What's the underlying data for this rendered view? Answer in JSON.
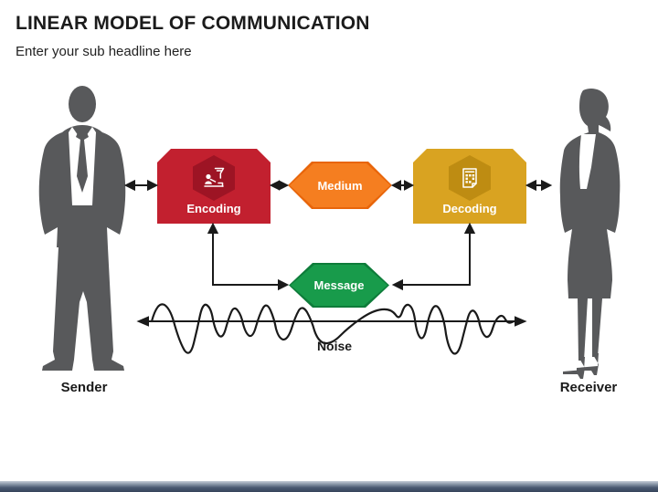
{
  "slide": {
    "title": "LINEAR MODEL OF COMMUNICATION",
    "subtitle": "Enter your sub headline here"
  },
  "diagram": {
    "sender": {
      "label": "Sender"
    },
    "receiver": {
      "label": "Receiver"
    },
    "noise": {
      "label": "Noise"
    },
    "nodes": {
      "encoding": {
        "label": "Encoding",
        "fill": "#C2202F",
        "inner_fill": "#9D1424",
        "icon": "person-writing-icon"
      },
      "medium": {
        "label": "Medium",
        "fill": "#F57E20",
        "border": "#E8650A"
      },
      "decoding": {
        "label": "Decoding",
        "fill": "#D9A321",
        "inner_fill": "#BE8C12",
        "icon": "coded-document-icon"
      },
      "message": {
        "label": "Message",
        "fill": "#189B4B",
        "border": "#0E7C3A"
      }
    },
    "silhouette_color": "#58595B",
    "connector_color": "#1A1A1A"
  },
  "footer": {
    "bar_color": "#36445B"
  }
}
